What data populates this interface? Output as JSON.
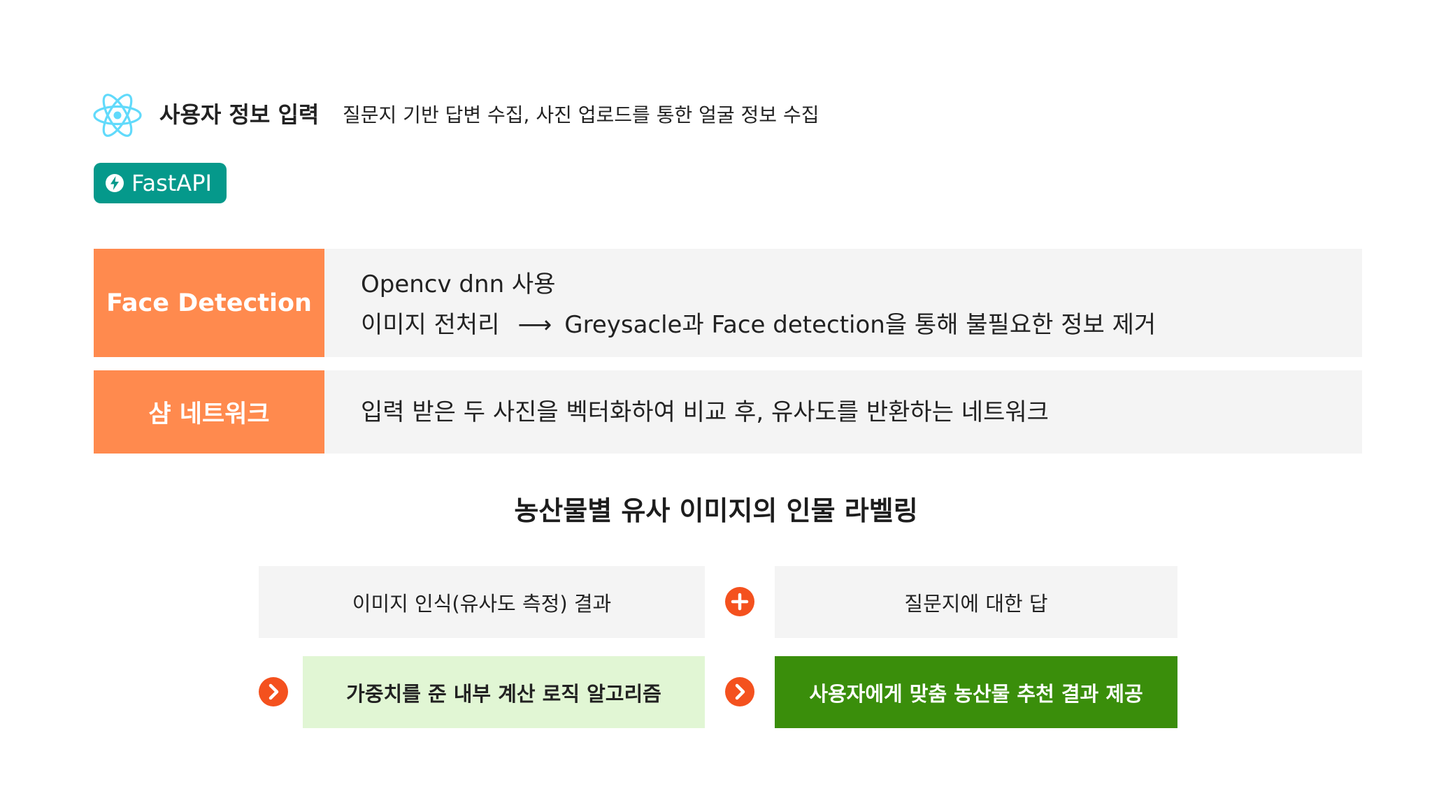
{
  "header": {
    "logo_icon": "react-atom-icon",
    "title": "사용자 정보 입력",
    "description": "질문지 기반 답변 수집, 사진 업로드를 통한 얼굴 정보 수집"
  },
  "badge": {
    "icon": "lightning-bolt-icon",
    "label": "FastAPI",
    "color": "#05998B"
  },
  "features": [
    {
      "label": "Face Detection",
      "line1": "Opencv dnn 사용",
      "line2_before": "이미지 전처리",
      "arrow": "⟶",
      "line2_after": "Greysacle과 Face detection을 통해 불필요한 정보 제거"
    },
    {
      "label": "샴 네트워크",
      "line1": "입력 받은 두 사진을 벡터화하여 비교 후, 유사도를 반환하는 네트워크"
    }
  ],
  "section_title": "농산물별 유사 이미지의 인물 라벨링",
  "flow": {
    "input_a": "이미지 인식(유사도 측정) 결과",
    "plus_icon": "plus-circle-icon",
    "input_b": "질문지에 대한 답",
    "next_icon": "chevron-right-circle-icon",
    "process": "가중치를 준 내부 계산 로직 알고리즘",
    "result": "사용자에게 맞춤 농산물 추천 결과 제공"
  },
  "colors": {
    "accent_orange": "#FF8A4E",
    "icon_orange": "#F4511E",
    "result_green": "#3A8E0B",
    "process_green_light": "#E1F6D4",
    "react_blue": "#61DAFB"
  }
}
